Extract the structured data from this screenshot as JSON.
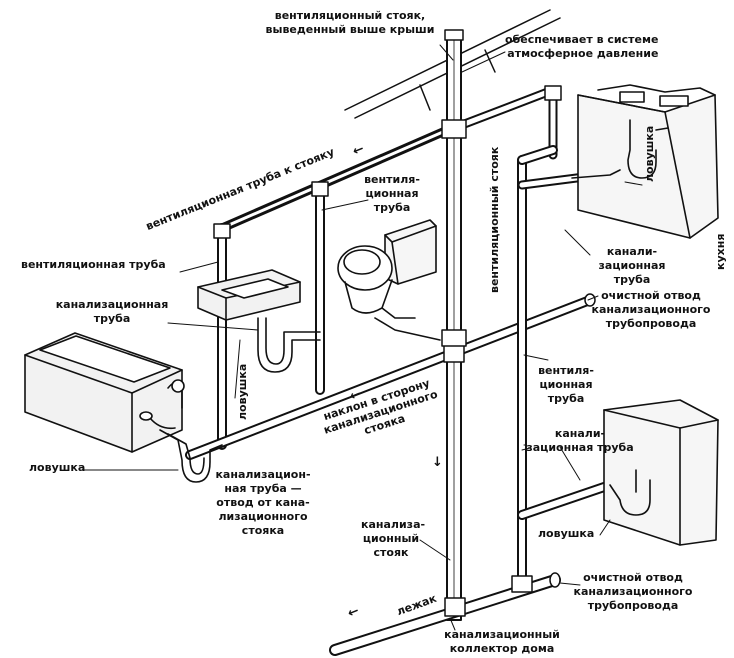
{
  "labels": {
    "vent_stack_roof": "вентиляционный стояк,\nвыведенный выше крыши",
    "atm_pressure": "обеспечивает в системе\nатмосферное давление",
    "vent_pipe_to_stack": "вентиляционная труба к стояку",
    "vent_pipe_upper": "вентиля-\nционная\nтруба",
    "vent_stack": "вентиляционный стояк",
    "vent_pipe_left": "вентиляционная труба",
    "sewer_pipe_left": "канализационная\nтруба",
    "trap_sink": "ловушка",
    "trap_kitchen": "ловушка",
    "kitchen": "кухня",
    "sewer_pipe_kitchen": "канали-\nзационная\nтруба",
    "cleanout_upper": "очистной отвод\nканализационного\nтрубопровода",
    "vent_pipe_right": "вентиля-\nционная\nтруба",
    "slope": "наклон в сторону\nканализационного\nстояка",
    "trap_bath": "ловушка",
    "sewer_branch": "канализацион-\nная труба —\nотвод от кана-\nлизационного\nстояка",
    "sewer_pipe_washer": "канали-\nзационная труба",
    "trap_washer": "ловушка",
    "soil_stack": "канализа-\nционный\nстояк",
    "lezhak": "лежак",
    "cleanout_lower": "очистной отвод\nканализационного\nтрубопровода",
    "house_collector": "канализационный\nколлектор дома"
  },
  "colors": {
    "ink": "#111111",
    "paper": "#ffffff",
    "fixture_fill": "#f2f2f2"
  }
}
